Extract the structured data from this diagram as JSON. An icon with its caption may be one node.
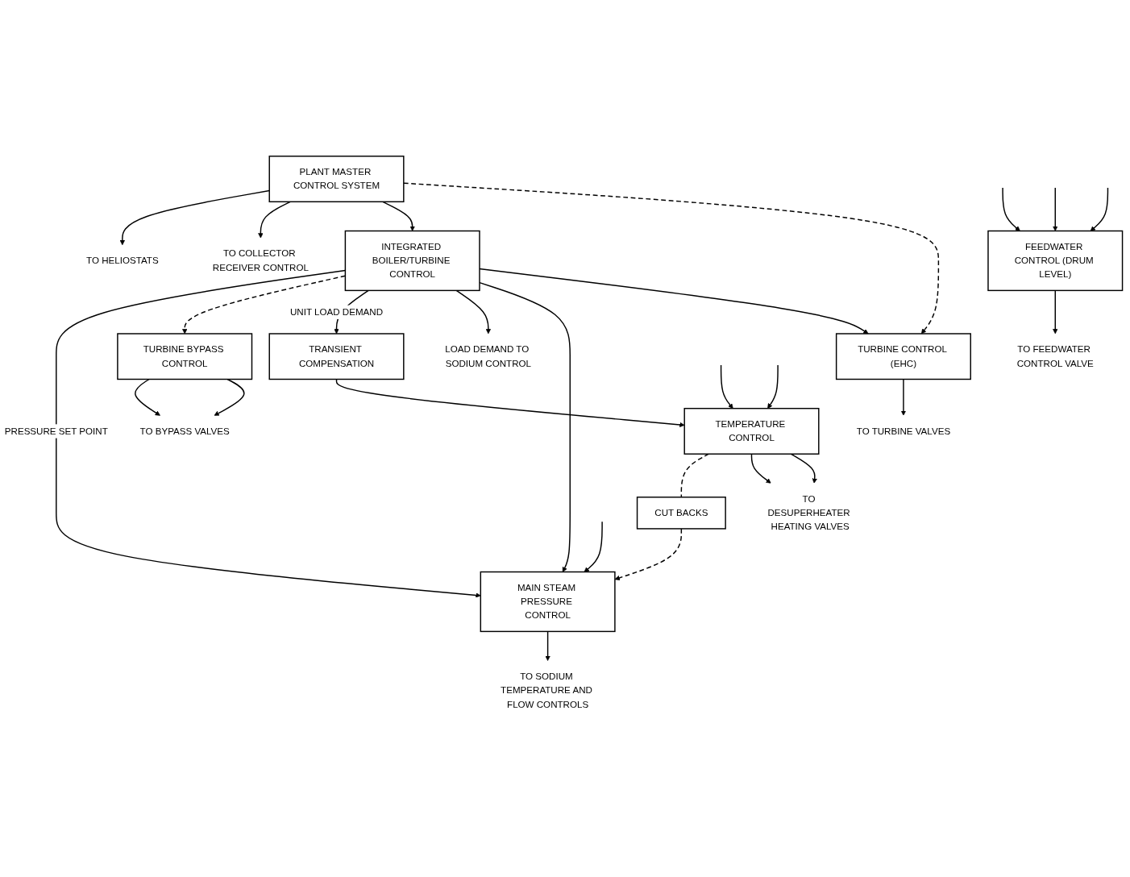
{
  "diagram": {
    "nodes": [
      {
        "text": [
          "PLANT MASTER CONTROL SYSTEM"
        ]
      },
      {
        "text": [
          "TO HELIOSTATS"
        ]
      },
      {
        "text": [
          "TO COLLECTOR RECEIVER CONTROL"
        ]
      },
      {
        "text": [
          "INTEGRATED BOILER/TURBINE CONTROL"
        ]
      },
      {
        "text": [
          "LOAD DEMAND TO SODIUM CONTROL"
        ]
      },
      {
        "text": [
          "TRANSIENT COMPENSATION"
        ]
      },
      {
        "text": [
          "TURBINE BYPASS CONTROL"
        ]
      },
      {
        "text": [
          "MAIN STEAM PRESSURE CONTROL"
        ]
      },
      {
        "text": [
          "CUT BACKS"
        ]
      },
      {
        "text": [
          "TEMPERATURE CONTROL"
        ]
      },
      {
        "text": [
          "FEEDWATER CONTROL (DRUM LEVEL)"
        ]
      },
      {
        "text": [
          "TURBINE CONTROL (EHC)"
        ]
      },
      {
        "text": [
          "TO BYPASS VALVES"
        ]
      },
      {
        "text": [
          "TO SODIUM TEMPERATURE AND FLOW CONTROLS"
        ]
      },
      {
        "text": [
          "TO DESUPERHEATER HEATING VALVES"
        ]
      },
      {
        "text": [
          "TO FEEDWATER CONTROL VALVE"
        ]
      },
      {
        "text": [
          "TO TURBINE VALVES"
        ]
      }
    ],
    "edges": [
      {
        "from": 0,
        "to": 1,
        "arrow": "to"
      },
      {
        "from": 0,
        "to": 2,
        "arrow": "to"
      },
      {
        "from": 0,
        "to": 3,
        "arrow": "to"
      },
      {
        "from": 0,
        "to": 11,
        "arrow": "to",
        "style": "dashed"
      },
      {
        "from": 3,
        "to": 7,
        "arrow": "to",
        "label": "PRESSURE SET POINT"
      },
      {
        "from": 3,
        "to": 6,
        "arrow": "to",
        "style": "dashed"
      },
      {
        "from": 3,
        "to": 5,
        "arrow": "to",
        "label": "UNIT LOAD DEMAND"
      },
      {
        "from": 3,
        "to": 4,
        "arrow": "to"
      },
      {
        "from": 3,
        "to": 7,
        "arrow": "to"
      },
      {
        "from": 3,
        "to": 11,
        "arrow": "to"
      },
      {
        "from": null,
        "to": 7,
        "arrow": "to"
      },
      {
        "from": 8,
        "to": 7,
        "arrow": "to",
        "style": "dashed"
      },
      {
        "from": 9,
        "to": 8,
        "arrow": "none",
        "style": "dashed"
      },
      {
        "from": 5,
        "to": 9,
        "arrow": "to"
      },
      {
        "from": null,
        "to": 9,
        "arrow": "to"
      },
      {
        "from": null,
        "to": 9,
        "arrow": "to"
      },
      {
        "from": null,
        "to": 10,
        "arrow": "to"
      },
      {
        "from": null,
        "to": 10,
        "arrow": "to"
      },
      {
        "from": null,
        "to": 10,
        "arrow": "to"
      },
      {
        "from": 6,
        "to": 12,
        "arrow": "to"
      },
      {
        "from": 6,
        "to": 12,
        "arrow": "to"
      },
      {
        "from": 7,
        "to": 13,
        "arrow": "to"
      },
      {
        "from": 9,
        "to": 14,
        "arrow": "to"
      },
      {
        "from": 9,
        "to": 14,
        "arrow": "to"
      },
      {
        "from": 10,
        "to": 15,
        "arrow": "to"
      },
      {
        "from": 11,
        "to": 16,
        "arrow": "to"
      }
    ]
  }
}
